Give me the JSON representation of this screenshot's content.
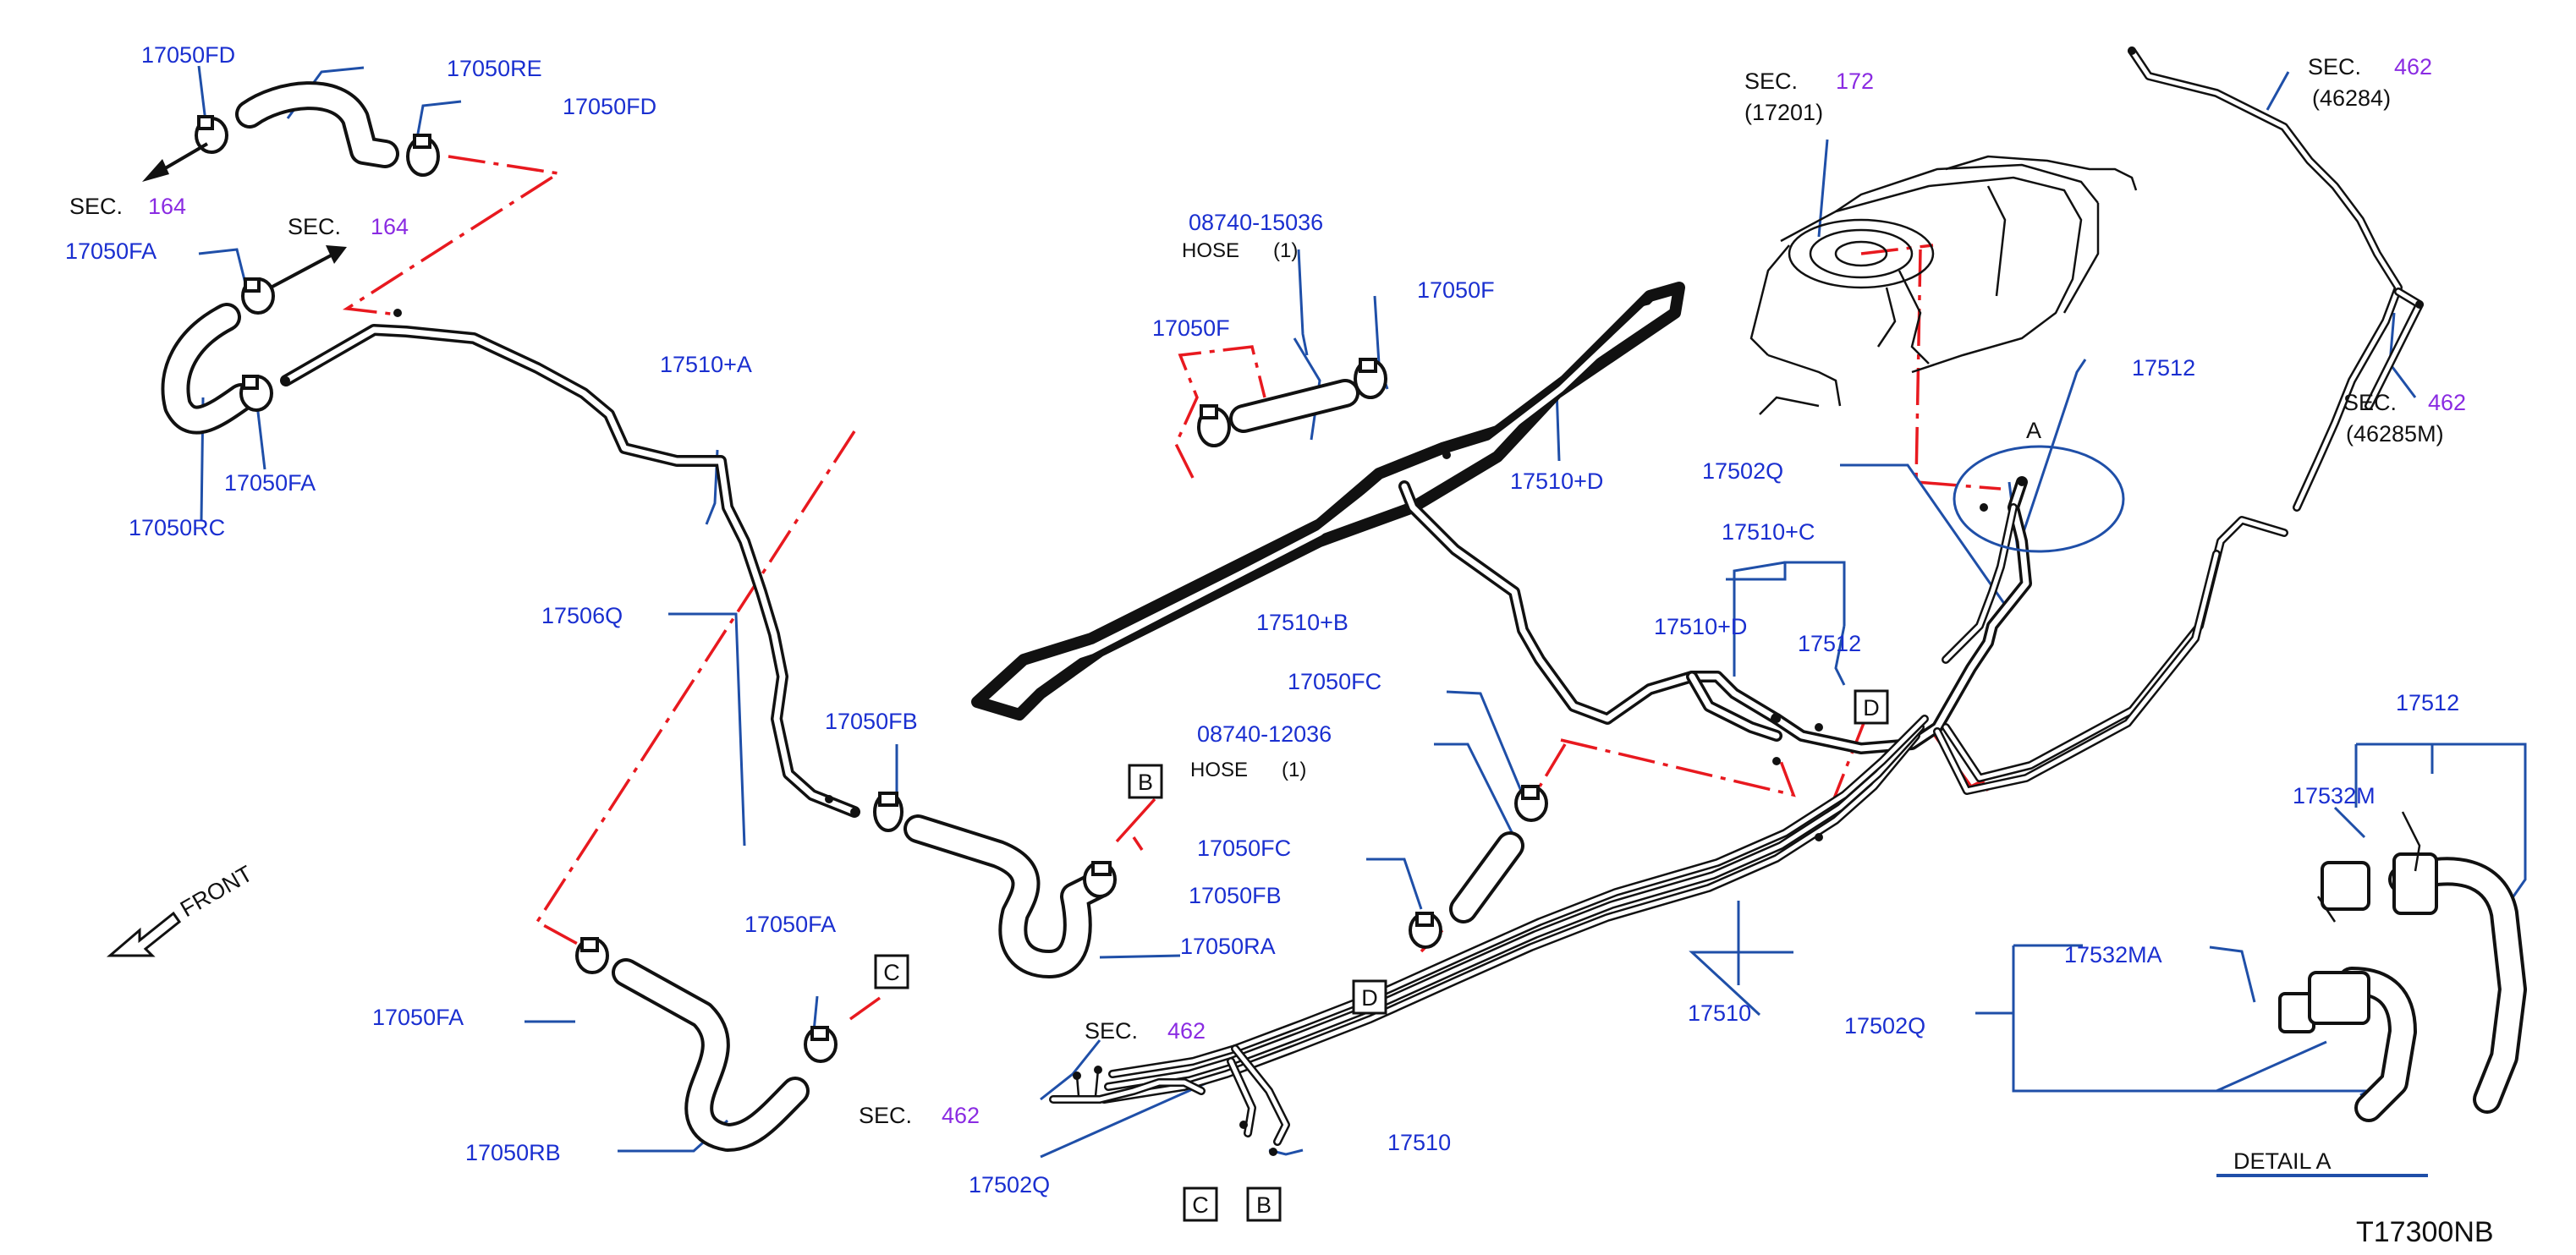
{
  "diagram_code": "T17300NB",
  "front_label": "FRONT",
  "detail_label": "DETAIL   A",
  "callouts": {
    "a": "A",
    "b": "B",
    "c": "C",
    "d": "D"
  },
  "parts": {
    "p17050FD_1": "17050FD",
    "p17050RE": "17050RE",
    "p17050FD_2": "17050FD",
    "p17050FA_1": "17050FA",
    "p17050FA_2": "17050FA",
    "p17050RC": "17050RC",
    "p17510A": "17510+A",
    "p17506Q": "17506Q",
    "p17050FB_1": "17050FB",
    "p17050FB_2": "17050FB",
    "p17050RA": "17050RA",
    "p17050FA_3": "17050FA",
    "p17050FA_4": "17050FA",
    "p17050RB": "17050RB",
    "p08740_15036": "08740-15036",
    "p17050F_1": "17050F",
    "p17050F_2": "17050F",
    "p17510D_1": "17510+D",
    "p17510B": "17510+B",
    "p17050FC_1": "17050FC",
    "p08740_12036": "08740-12036",
    "p17050FC_2": "17050FC",
    "p17502Q_1": "17502Q",
    "p17510C": "17510+C",
    "p17510D_2": "17510+D",
    "p17512_1": "17512",
    "p17512_2": "17512",
    "p17510_1": "17510",
    "p17510_2": "17510",
    "p17502Q_2": "17502Q",
    "p17512_3": "17512",
    "p17532M": "17532M",
    "p17532MA": "17532MA",
    "p17502Q_3": "17502Q"
  },
  "hose_notes": {
    "h1": "HOSE",
    "h1_qty": "(1)",
    "h2": "HOSE",
    "h2_qty": "(1)"
  },
  "sections": {
    "s164_a_text": "SEC.",
    "s164_a_num": "164",
    "s164_b_text": "SEC.",
    "s164_b_num": "164",
    "s172_text": "SEC.",
    "s172_num": "172",
    "s172_ref": "(17201)",
    "s462_a_text": "SEC.",
    "s462_a_num": "462",
    "s462_a_ref": "(46284)",
    "s462_b_text": "SEC.",
    "s462_b_num": "462",
    "s462_b_ref": "(46285M)",
    "s462_c_text": "SEC.",
    "s462_c_num": "462",
    "s462_d_text": "SEC.",
    "s462_d_num": "462"
  },
  "colors": {
    "part_label": "#1a2fd0",
    "section_number": "#8a2be2",
    "leader_line": "#1f4fa8",
    "connection_line": "#e8191f"
  }
}
